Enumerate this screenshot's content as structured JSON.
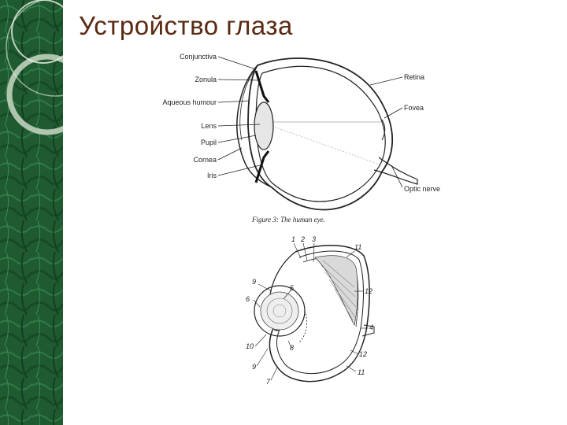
{
  "slide": {
    "title": "Устройство глаза"
  },
  "figure_top": {
    "caption": "Figure 3: The human eye.",
    "labels": {
      "conjunctiva": "Conjunctiva",
      "zonula": "Zonula",
      "aqueous": "Aqueous humour",
      "lens": "Lens",
      "pupil": "Pupil",
      "cornea": "Cornea",
      "iris": "Iris",
      "retina": "Retina",
      "fovea": "Fovea",
      "optic_nerve": "Optic nerve"
    }
  },
  "figure_bottom": {
    "numbers": {
      "n1": "1",
      "n2": "2",
      "n3": "3",
      "n11a": "11",
      "n12a": "12",
      "n9a": "9",
      "n5a": "5",
      "n6": "6",
      "n4": "4",
      "n12b": "12",
      "n10": "10",
      "n8": "8",
      "n9b": "9",
      "n11b": "11",
      "n7": "7"
    }
  },
  "colors": {
    "sidebar": "#1f5a30",
    "title": "#5a2a12"
  }
}
